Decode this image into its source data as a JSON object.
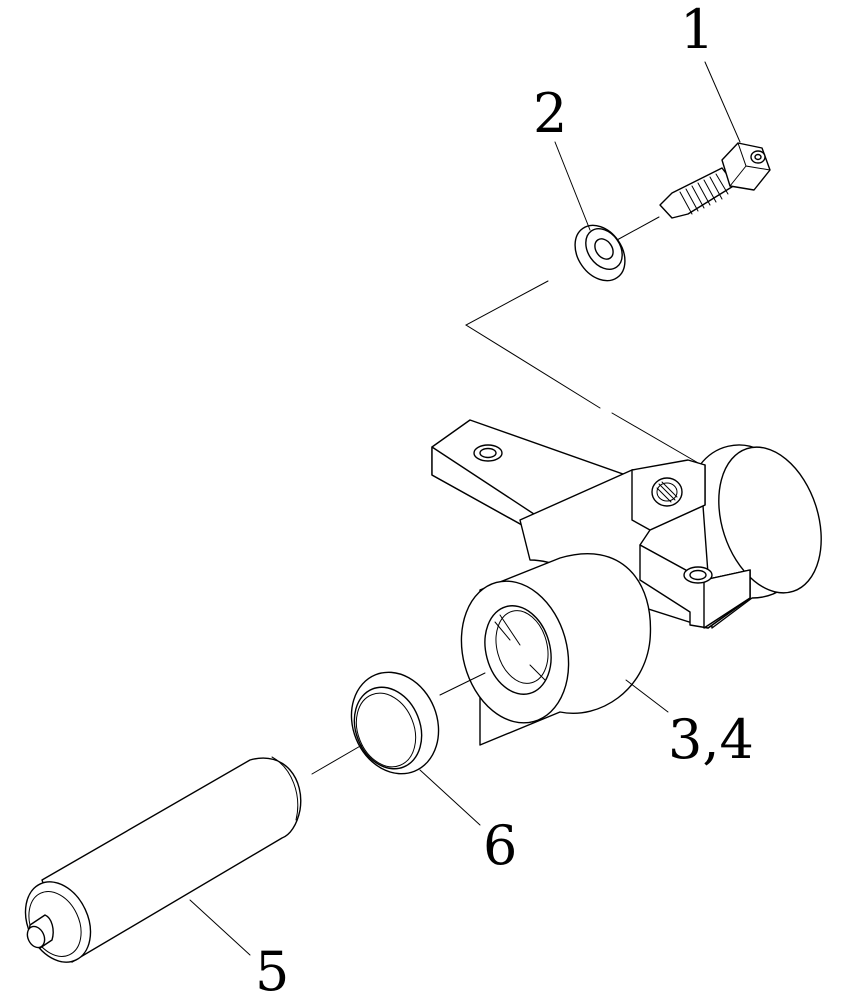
{
  "callouts": {
    "part_1": "1",
    "part_2": "2",
    "part_3_4": "3,4",
    "part_5": "5",
    "part_6": "6"
  }
}
